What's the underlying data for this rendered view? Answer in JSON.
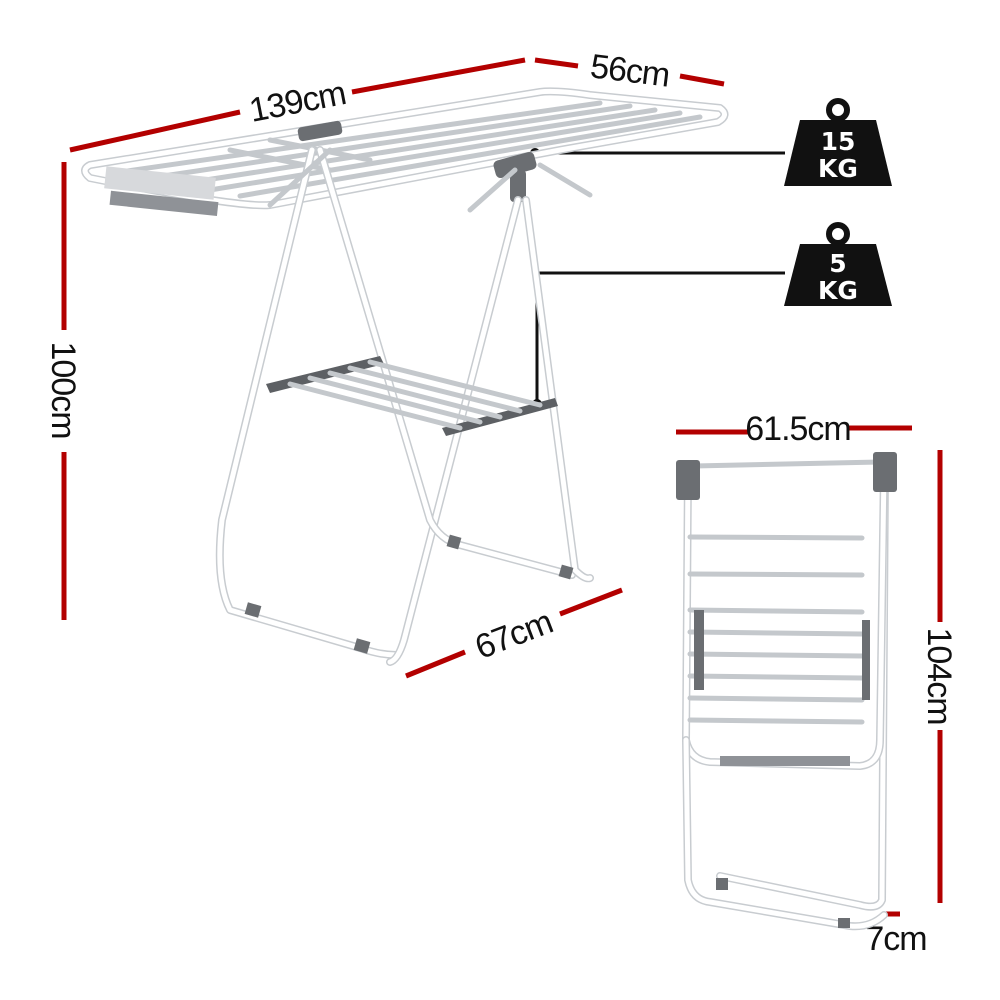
{
  "dimensions": {
    "length": "139cm",
    "depth": "56cm",
    "height": "100cm",
    "base_width": "67cm",
    "folded_width": "61.5cm",
    "folded_height": "104cm",
    "folded_depth": "7cm"
  },
  "weights": {
    "top": {
      "number": "15",
      "unit": "KG"
    },
    "lower": {
      "number": "5",
      "unit": "KG"
    }
  },
  "colors": {
    "dimension_line": "#b30000",
    "weight_icon": "#111111",
    "frame": "#ffffff",
    "joint": "#6b6e72"
  }
}
